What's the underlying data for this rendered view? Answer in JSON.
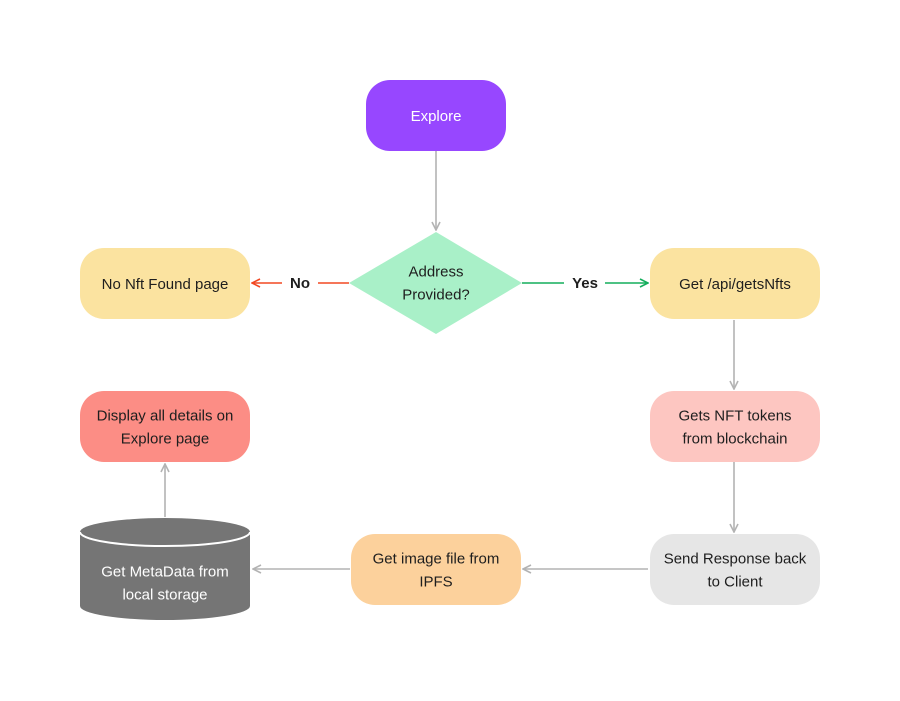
{
  "colors": {
    "explore": "#9747ff",
    "decision": "#a9f0c8",
    "no_found": "#fbe3a0",
    "get_api": "#fbe3a0",
    "gets_tokens": "#fdc6c1",
    "send_response": "#e6e6e6",
    "get_image": "#fcd19c",
    "metadata": "#757575",
    "display": "#fc8d85",
    "arrow_gray": "#b3b3b3",
    "arrow_no": "#f24822",
    "arrow_yes": "#14ae5c",
    "text_dark": "#1e1e1e",
    "text_light": "#ffffff"
  },
  "nodes": {
    "explore": {
      "lines": [
        "Explore"
      ]
    },
    "decision": {
      "lines": [
        "Address",
        "Provided?"
      ]
    },
    "no_found": {
      "lines": [
        "No Nft Found page"
      ]
    },
    "get_api": {
      "lines": [
        "Get /api/getsNfts"
      ]
    },
    "gets_tokens": {
      "lines": [
        "Gets NFT tokens",
        "from blockchain"
      ]
    },
    "send_response": {
      "lines": [
        "Send Response back",
        "to Client"
      ]
    },
    "get_image": {
      "lines": [
        "Get image file from",
        "IPFS"
      ]
    },
    "metadata": {
      "lines": [
        "Get MetaData from",
        "local storage"
      ]
    },
    "display": {
      "lines": [
        "Display all details on",
        "Explore page"
      ]
    }
  },
  "edges": {
    "no_label": "No",
    "yes_label": "Yes"
  }
}
